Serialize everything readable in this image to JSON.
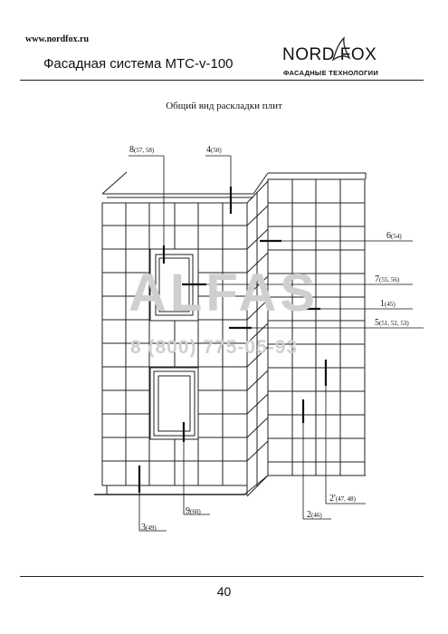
{
  "header": {
    "website": "www.nordfox.ru",
    "title": "Фасадная система МТС-v-100",
    "logo_main": "NORD FOX",
    "logo_sub": "ФАСАДНЫЕ ТЕХНОЛОГИИ"
  },
  "drawing": {
    "subtitle": "Общий вид раскладки плит",
    "labels": [
      {
        "main": "8",
        "sub": "(57, 58)"
      },
      {
        "main": "4",
        "sub": "(50)"
      },
      {
        "main": "6",
        "sub": "(54)"
      },
      {
        "main": "7",
        "sub": "(55, 56)"
      },
      {
        "main": "1",
        "sub": "(45)"
      },
      {
        "main": "5",
        "sub": "(51, 52, 53)"
      },
      {
        "main": "3",
        "sub": "(49)"
      },
      {
        "main": "9",
        "sub": "(60)"
      },
      {
        "main": "2",
        "sub": "(46)"
      },
      {
        "main": "2'",
        "sub": "(47, 48)"
      }
    ]
  },
  "watermark": {
    "brand": "ALFAS",
    "phone": "8 (800) 775-05-93"
  },
  "footer": {
    "page_number": "40"
  }
}
